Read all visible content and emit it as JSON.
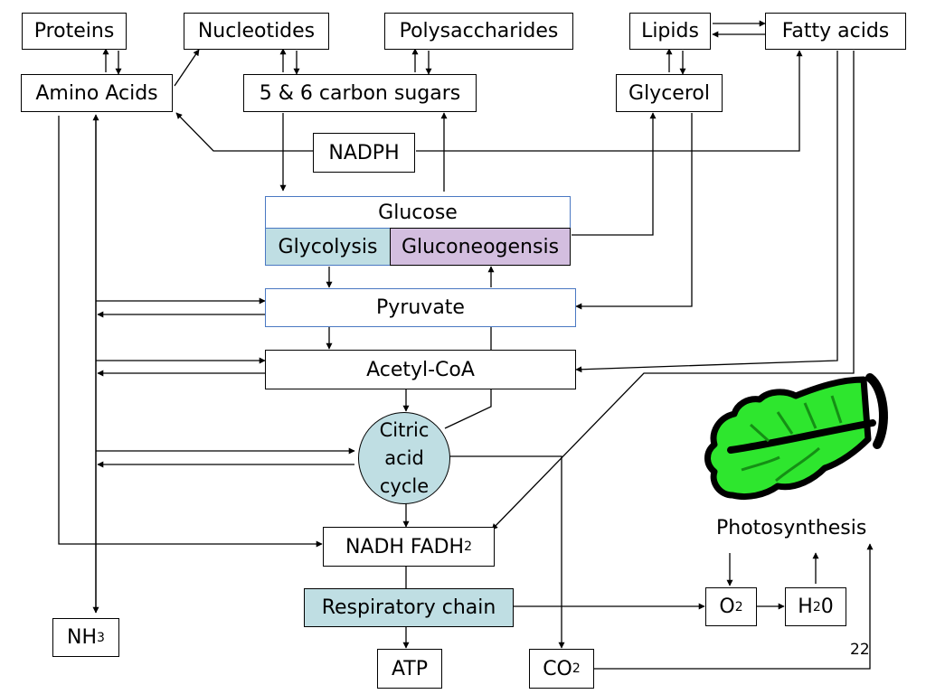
{
  "nodes": {
    "proteins": "Proteins",
    "nucleotides": "Nucleotides",
    "polysaccharides": "Polysaccharides",
    "lipids": "Lipids",
    "fatty_acids": "Fatty acids",
    "amino_acids": "Amino Acids",
    "sugars": "5 & 6 carbon sugars",
    "glycerol": "Glycerol",
    "nadph": "NADPH",
    "glucose": "Glucose",
    "glycolysis": "Glycolysis",
    "gluconeogenesis": "Gluconeogensis",
    "pyruvate": "Pyruvate",
    "acetyl_coa": "Acetyl-CoA",
    "citric_acid_cycle": "Citric acid cycle",
    "nadh": "NADH FADH",
    "nadh_sub": "2",
    "respiratory_chain": "Respiratory chain",
    "atp": "ATP",
    "co2": "CO",
    "co2_sub": "2",
    "o2": "O",
    "o2_sub": "2",
    "h2o_h": "H",
    "h2o_sub": "2",
    "h2o_o": "0",
    "nh3": "NH",
    "nh3_sub": "3",
    "photosynthesis": "Photosynthesis"
  },
  "slide_number": "22",
  "colors": {
    "teal_fill": "#bfdee3",
    "lilac_fill": "#d3bedf",
    "leaf_green": "#2ee62e",
    "blue_border": "#4a78c2"
  },
  "icons": [
    "leaf-icon"
  ]
}
